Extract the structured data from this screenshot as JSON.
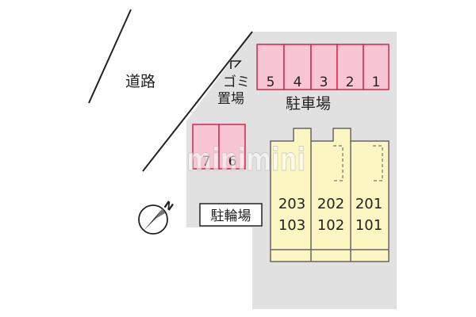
{
  "road": {
    "label": "道路"
  },
  "garbage": {
    "line1": "ゴミ",
    "line2": "置場"
  },
  "parking": {
    "label": "駐車場",
    "stalls": [
      "5",
      "4",
      "3",
      "2",
      "1"
    ],
    "extra_stalls": [
      "7",
      "6"
    ]
  },
  "bicycle_parking": {
    "label": "駐輪場"
  },
  "units": [
    {
      "upper": "203",
      "lower": "103"
    },
    {
      "upper": "202",
      "lower": "102"
    },
    {
      "upper": "201",
      "lower": "101"
    }
  ],
  "compass": {
    "north": "N"
  },
  "watermark": {
    "text": "minimini"
  },
  "colors": {
    "lot": "#e1e1e1",
    "stall": "#f7c6d2",
    "stall_border": "#d8244c",
    "building": "#fbf6c2",
    "building_border": "#666666"
  }
}
